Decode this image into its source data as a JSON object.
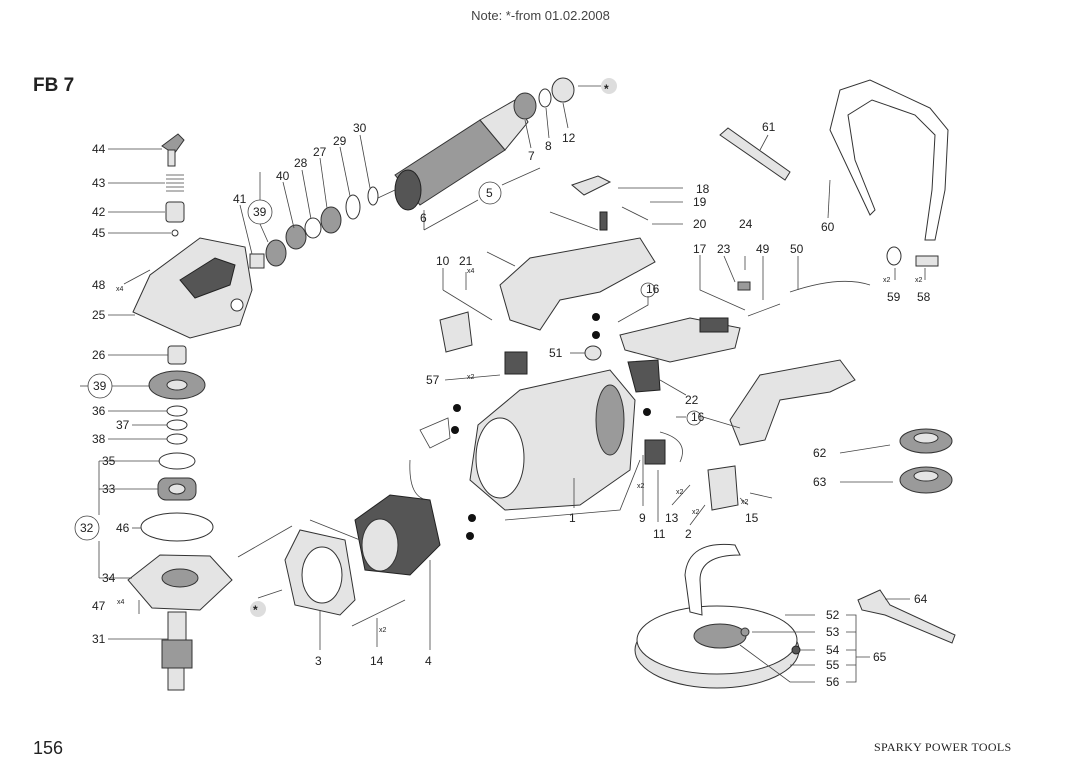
{
  "header": {
    "note": "Note: *-from 01.02.2008",
    "model": "FB 7"
  },
  "footer": {
    "page_number": "156",
    "brand": "SPARKY POWER TOOLS"
  },
  "callouts": {
    "p44": "44",
    "p43": "43",
    "p42": "42",
    "p45": "45",
    "p48": "48",
    "p25": "25",
    "p26": "26",
    "p39a": "39",
    "p36": "36",
    "p37": "37",
    "p38": "38",
    "p35": "35",
    "p33": "33",
    "p46": "46",
    "p32": "32",
    "p34": "34",
    "p47": "47",
    "p31": "31",
    "p41": "41",
    "p39b": "39",
    "p40": "40",
    "p28": "28",
    "p27": "27",
    "p29": "29",
    "p30": "30",
    "p6": "6",
    "p5": "5",
    "p7": "7",
    "p8": "8",
    "p12": "12",
    "p61": "61",
    "p60": "60",
    "p18": "18",
    "p19": "19",
    "p20": "20",
    "p10": "10",
    "p21": "21",
    "p17": "17",
    "p23": "23",
    "p24": "24",
    "p49": "49",
    "p50": "50",
    "p59": "59",
    "p58": "58",
    "p16a": "16",
    "p51": "51",
    "p57": "57",
    "p22": "22",
    "p16b": "16",
    "p62": "62",
    "p63": "63",
    "p1": "1",
    "p9": "9",
    "p11": "11",
    "p13": "13",
    "p2": "2",
    "p15": "15",
    "p3": "3",
    "p14": "14",
    "p4": "4",
    "p64": "64",
    "p52": "52",
    "p53": "53",
    "p54": "54",
    "p55": "55",
    "p56": "56",
    "p65": "65"
  },
  "quantities": {
    "q48": "x4",
    "q21": "x4",
    "q57": "x2",
    "q47": "x4",
    "q14": "x2",
    "q9": "x2",
    "q13": "x2",
    "q2": "x2",
    "q15": "x2",
    "q59": "x2",
    "q58": "x2"
  },
  "markers": {
    "star1": "*",
    "star2": "*"
  }
}
